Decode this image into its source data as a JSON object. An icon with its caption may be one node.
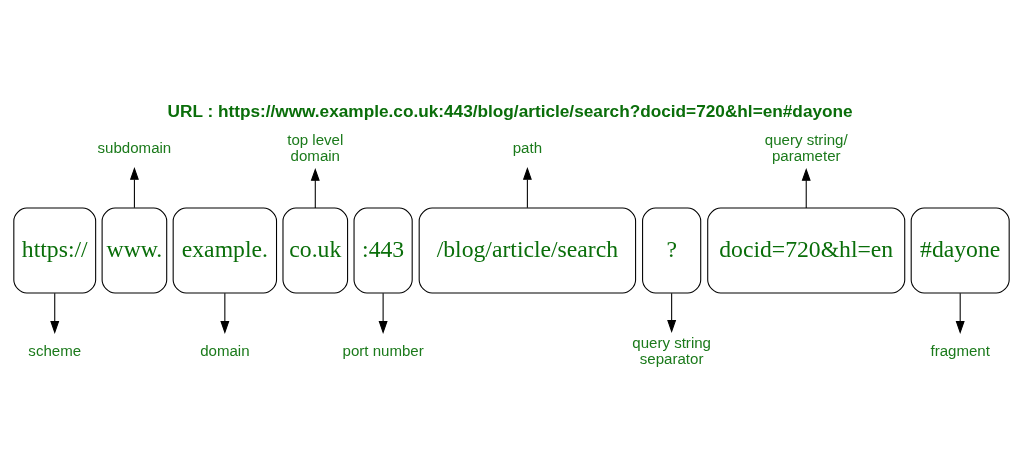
{
  "diagram": {
    "title": "URL : https://www.example.co.uk:443/blog/article/search?docid=720&hl=en#dayone",
    "nodes": [
      {
        "text": [
          "subdomain"
        ]
      },
      {
        "text": [
          "top level domain"
        ]
      },
      {
        "text": [
          "path"
        ]
      },
      {
        "text": [
          "query string/ parameter"
        ]
      },
      {
        "text": [
          "https://"
        ]
      },
      {
        "text": [
          "www."
        ]
      },
      {
        "text": [
          "example."
        ]
      },
      {
        "text": [
          "co.uk"
        ]
      },
      {
        "text": [
          ":443"
        ]
      },
      {
        "text": [
          "/blog/article/search"
        ]
      },
      {
        "text": [
          "?"
        ]
      },
      {
        "text": [
          "docid=720&hl=en"
        ]
      },
      {
        "text": [
          "#dayone"
        ]
      },
      {
        "text": [
          "scheme"
        ]
      },
      {
        "text": [
          "domain"
        ]
      },
      {
        "text": [
          "port number"
        ]
      },
      {
        "text": [
          "query string separator"
        ]
      },
      {
        "text": [
          "fragment"
        ]
      }
    ],
    "edges": [
      {
        "from": 4,
        "to": 13,
        "arrow": "to"
      },
      {
        "from": 5,
        "to": 0,
        "arrow": "to"
      },
      {
        "from": 6,
        "to": 14,
        "arrow": "to"
      },
      {
        "from": 7,
        "to": 1,
        "arrow": "to"
      },
      {
        "from": 8,
        "to": 15,
        "arrow": "to"
      },
      {
        "from": 9,
        "to": 2,
        "arrow": "to"
      },
      {
        "from": 10,
        "to": 16,
        "arrow": "to"
      },
      {
        "from": 11,
        "to": 3,
        "arrow": "to"
      },
      {
        "from": 12,
        "to": 17,
        "arrow": "to"
      }
    ]
  }
}
